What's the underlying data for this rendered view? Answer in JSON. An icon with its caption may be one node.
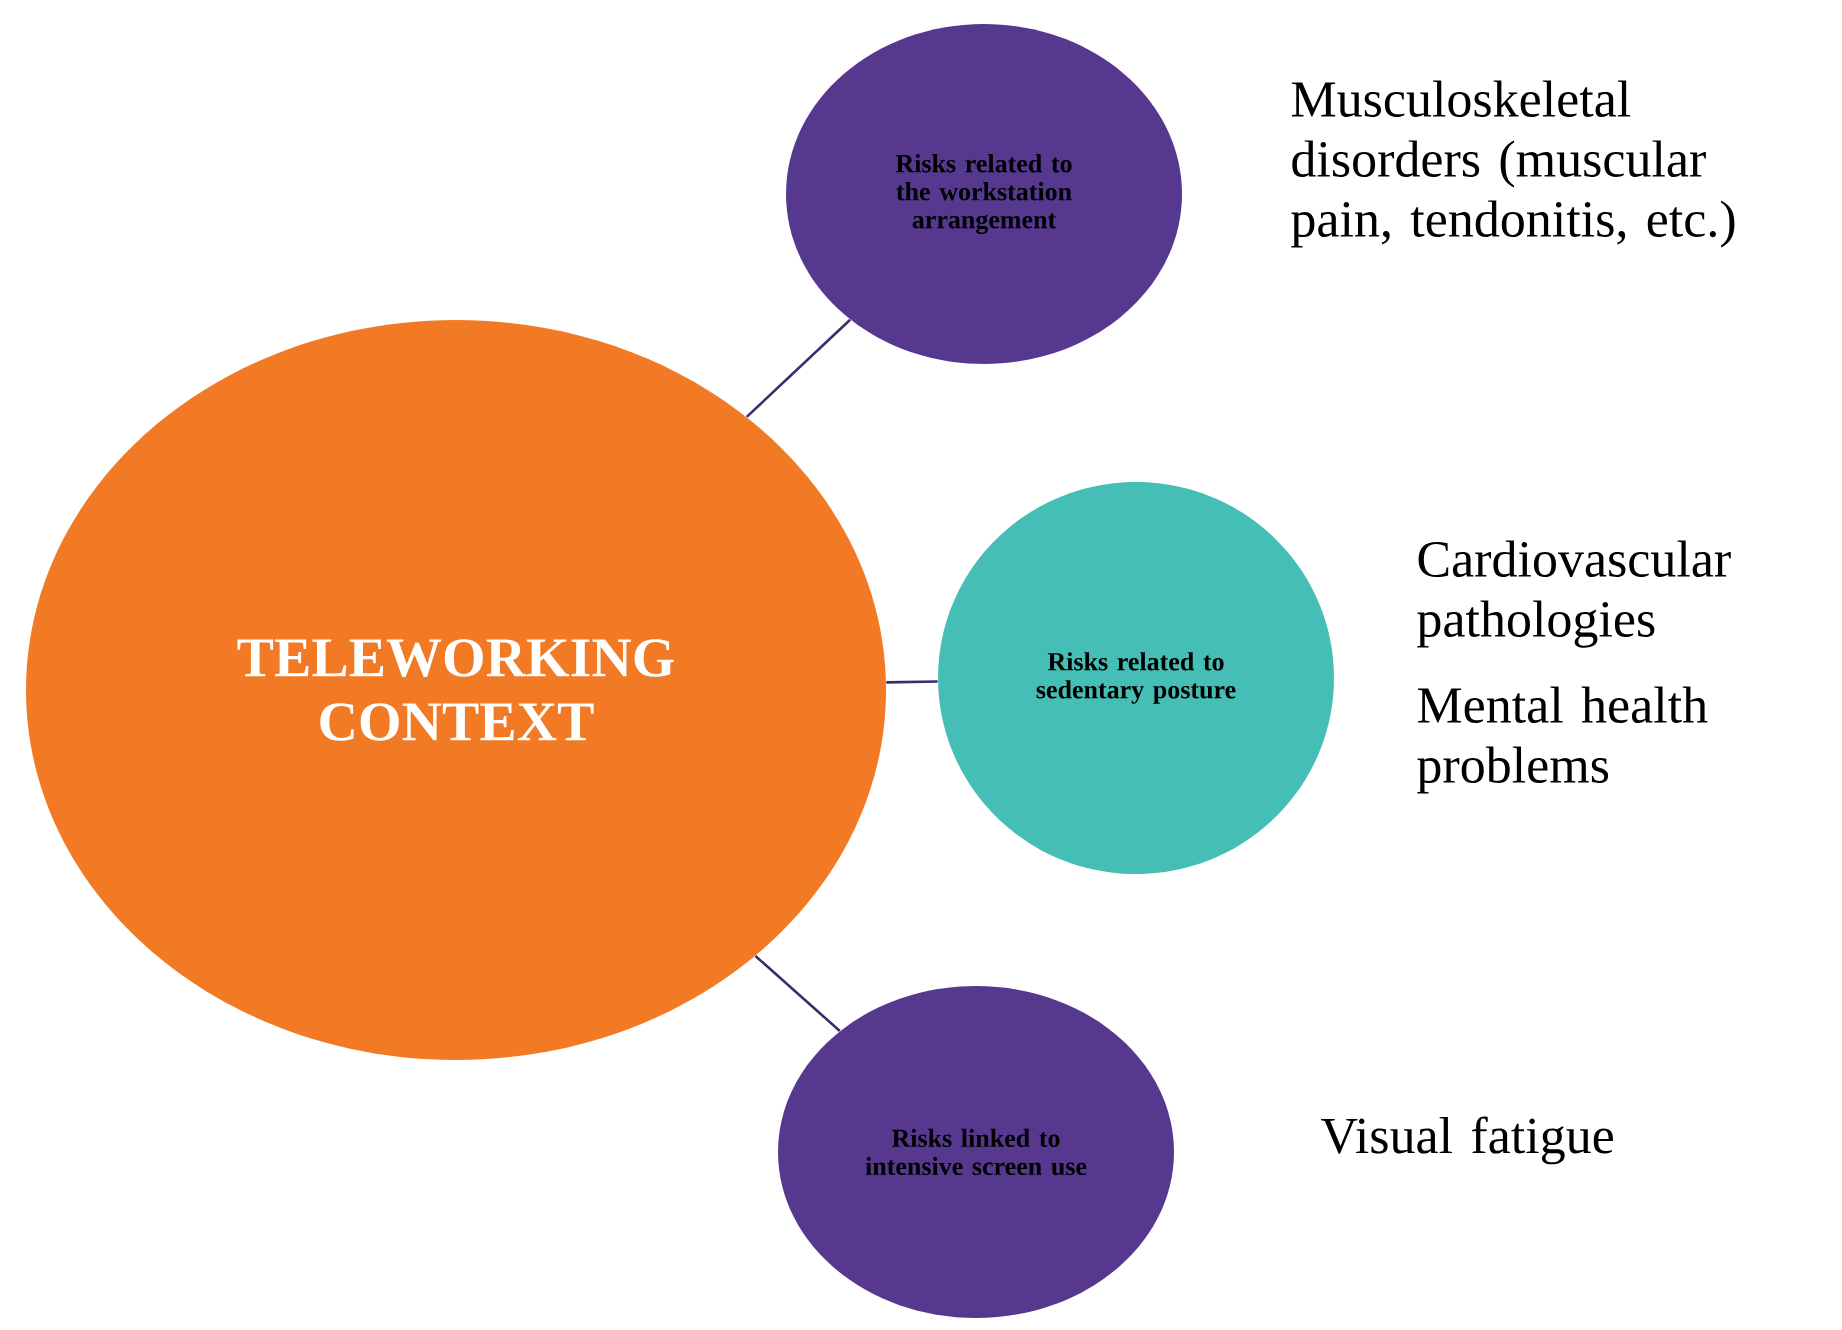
{
  "diagram": {
    "nodes": [
      {
        "text": [
          "TELEWORKING CONTEXT"
        ]
      },
      {
        "text": [
          "Risks related to the workstation arrangement"
        ],
        "beside": [
          "Musculoskeletal disorders (muscular pain, tendonitis, etc.)"
        ]
      },
      {
        "text": [
          "Risks related to sedentary posture"
        ],
        "beside": [
          "Cardiovascular pathologies",
          "Mental health problems"
        ]
      },
      {
        "text": [
          "Risks linked to intensive screen use"
        ],
        "beside": [
          "Visual fatigue"
        ]
      }
    ],
    "edges": [
      {
        "from": 0,
        "to": 1,
        "arrow": "none"
      },
      {
        "from": 0,
        "to": 2,
        "arrow": "none"
      },
      {
        "from": 0,
        "to": 3,
        "arrow": "none"
      }
    ]
  }
}
